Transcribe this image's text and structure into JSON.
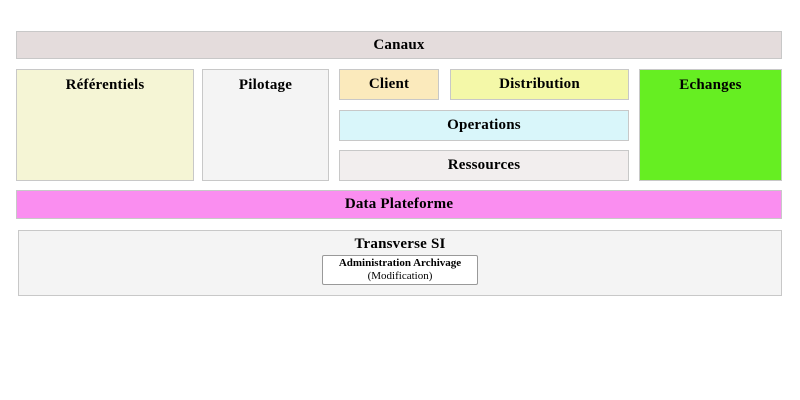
{
  "diagram": {
    "banner": {
      "label": "Canaux",
      "color": "#e4dcdc"
    },
    "middle_row": [
      {
        "id": "referentiels",
        "label": "Référentiels",
        "color": "#f5f5d5"
      },
      {
        "id": "pilotage",
        "label": "Pilotage",
        "color": "#f4f4f4"
      },
      {
        "id": "client",
        "label": "Client",
        "color": "#fbeabc"
      },
      {
        "id": "distribution",
        "label": "Distribution",
        "color": "#f4f8a8"
      },
      {
        "id": "operations",
        "label": "Operations",
        "color": "#d9f6fa"
      },
      {
        "id": "ressources",
        "label": "Ressources",
        "color": "#f2eeee"
      },
      {
        "id": "echanges",
        "label": "Echanges",
        "color": "#66ee22"
      }
    ],
    "data_platform": {
      "label": "Data Plateforme",
      "color": "#fa8ef0"
    },
    "transverse": {
      "label": "Transverse SI",
      "color": "#f4f4f4",
      "item": {
        "title": "Administration Archivage",
        "subtitle": "(Modification)"
      }
    }
  }
}
